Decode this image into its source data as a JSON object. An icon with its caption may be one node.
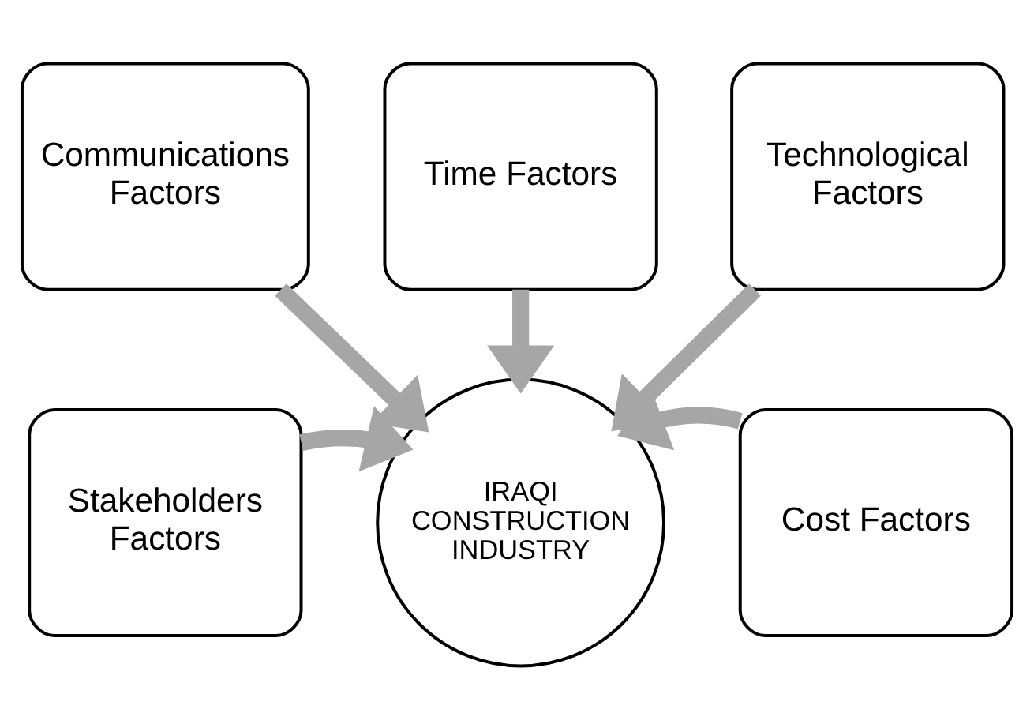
{
  "diagram": {
    "nodes": [
      {
        "text": [
          "Time Factors"
        ]
      },
      {
        "text": [
          "Communications Factors"
        ]
      },
      {
        "text": [
          "Technological Factors"
        ]
      },
      {
        "text": [
          "Stakeholders Factors"
        ]
      },
      {
        "text": [
          "IRAQI CONSTRUCTION INDUSTRY"
        ]
      },
      {
        "text": [
          "Cost Factors"
        ]
      }
    ],
    "edges": [
      {
        "from": 0,
        "to": 4,
        "arrow": "to"
      },
      {
        "from": 1,
        "to": 4,
        "arrow": "to"
      },
      {
        "from": 2,
        "to": 4,
        "arrow": "to"
      },
      {
        "from": 3,
        "to": 4,
        "arrow": "to"
      },
      {
        "from": 5,
        "to": 4,
        "arrow": "to"
      }
    ]
  }
}
